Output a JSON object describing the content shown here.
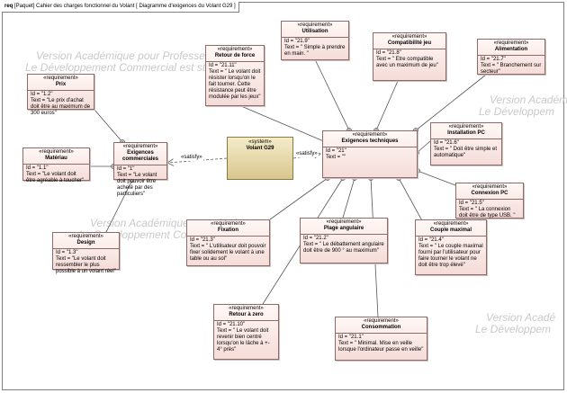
{
  "frame": {
    "kind": "req",
    "title": "[Paquet] Cahier des charges fonctionnel du Volant [ Diagramme d'exigences du Volant G29 ]"
  },
  "watermarks": [
    "Version Académique pour Professeur",
    "Le Développement Commercial est st",
    "Version Académ",
    "Le Développem",
    "Version Académique pour Professeur",
    "Le Développement Commercial est st",
    "Version Acadé",
    "Le Développem"
  ],
  "stereotypes": {
    "requirement": "«requirement»",
    "system": "«system»",
    "satisfy": "«satisfy»"
  },
  "system": {
    "name": "Volant G29"
  },
  "requirements": {
    "prix": {
      "name": "Prix",
      "id": "Id = \"1.2\"",
      "text": "Text = \"Le prix d'achat doit être au maximum de 300 euros\""
    },
    "materiau": {
      "name": "Matériau",
      "id": "Id = \"1.1\"",
      "text": "Text = \"Le volant doit être agréable à toucher\""
    },
    "design": {
      "name": "Design",
      "id": "Id = \"1.3\"",
      "text": "Text = \"Le volant doit ressembler le plus possible à un volant réel\""
    },
    "commerciales": {
      "name": "Exigences commerciales",
      "id": "Id = \"1\"",
      "text": "Text = \"Le volant doit pouvoir être acheté par des particuliers\""
    },
    "force": {
      "name": "Retour de force",
      "id": "Id = \"21.11\"",
      "text": "Text = \" Le volant doit résister lorsqu'on le fait tourner. Cette résistance peut être modulée par les jeux\""
    },
    "utilisation": {
      "name": "Utilisation",
      "id": "Id = \"21.9\"",
      "text": "Text = \" Simple à prendre en main. \""
    },
    "compat": {
      "name": "Compatibilité jeu",
      "id": "Id = \"21.8\"",
      "text": "Text = \" Etre compatible avec un maximum de jeu\""
    },
    "alim": {
      "name": "Alimentation",
      "id": "Id = \"21.7\"",
      "text": "Text = \" Branchement sur secteur\""
    },
    "techniques": {
      "name": "Exigences techniques",
      "id": "Id = \"21\"",
      "text": "Text = \"\""
    },
    "install": {
      "name": "Installation PC",
      "id": "Id = \"21.6\"",
      "text": "Text = \" Doit être simple et automatique\""
    },
    "connexion": {
      "name": "Connexion PC",
      "id": "Id = \"21.5\"",
      "text": "Text = \" La connexion doit être de type USB. \""
    },
    "couple": {
      "name": "Couple maximal",
      "id": "Id = \"21.4\"",
      "text": "Text = \" Le couple maximal fourni par l'utilisateur pour faire tourner le volant ne doit être trop élevé\""
    },
    "fixation": {
      "name": "Fixation",
      "id": "Id = \"21.3\"",
      "text": "Text = \" L'utilisateur doit pouvoir fixer solidement le volant à une table ou au sol\""
    },
    "plage": {
      "name": "Plage angulaire",
      "id": "Id = \"21.2\"",
      "text": "Text = \" Le débattement angulaire doit être de 900 ° au maximum\""
    },
    "zero": {
      "name": "Retour à zero",
      "id": "Id = \"21.10\"",
      "text": "Text = \" Le volant doit revenir bien centré lorsqu'on le lâche à +- 4° près\""
    },
    "conso": {
      "name": "Consommation",
      "id": "Id = \"21.1\"",
      "text": "Text = \" Minimal. Mise en veille lorsque l'ordinateur passe en veille\""
    }
  }
}
